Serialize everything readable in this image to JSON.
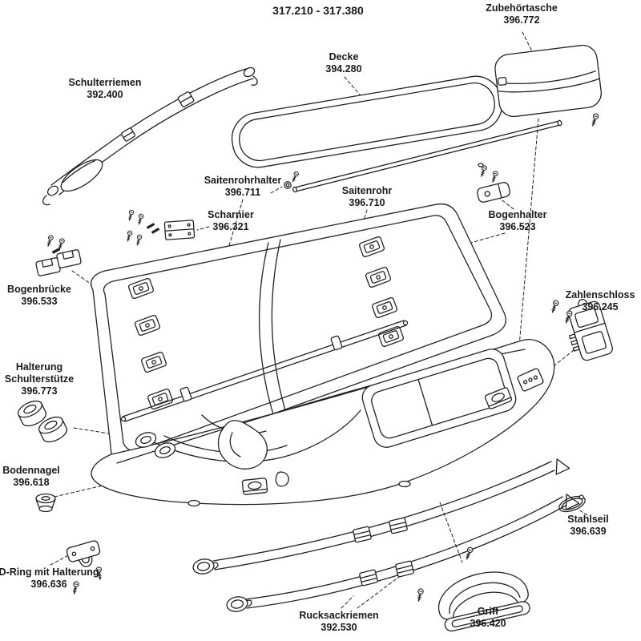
{
  "header": {
    "title": "317.210 - 317.380"
  },
  "colors": {
    "line": "#222222",
    "text": "#1a1a1a",
    "background": "#ffffff"
  },
  "parts": {
    "schulterriemen": {
      "name": "Schulterriemen",
      "number": "392.400"
    },
    "decke": {
      "name": "Decke",
      "number": "394.280"
    },
    "zubehoertasche": {
      "name": "Zubehörtasche",
      "number": "396.772"
    },
    "saitenrohrhalter": {
      "name": "Saitenrohrhalter",
      "number": "396.711"
    },
    "saitenrohr": {
      "name": "Saitenrohr",
      "number": "396.710"
    },
    "scharnier": {
      "name": "Scharnier",
      "number": "396.321"
    },
    "bogenhalter": {
      "name": "Bogenhalter",
      "number": "396.523"
    },
    "bogenbruecke": {
      "name": "Bogenbrücke",
      "number": "396.533"
    },
    "zahlenschloss": {
      "name": "Zahlenschloss",
      "number": "396.245"
    },
    "halterung": {
      "name": "Halterung",
      "name2": "Schulterstütze",
      "number": "396.773"
    },
    "bodennagel": {
      "name": "Bodennagel",
      "number": "396.618"
    },
    "d_ring": {
      "name": "D-Ring mit Halterung",
      "number": "396.636"
    },
    "rucksackriemen": {
      "name": "Rucksackriemen",
      "number": "392.530"
    },
    "griff": {
      "name": "Griff",
      "number": "396.420"
    },
    "stahlseil": {
      "name": "Stahlseil",
      "number": "396.639"
    }
  }
}
